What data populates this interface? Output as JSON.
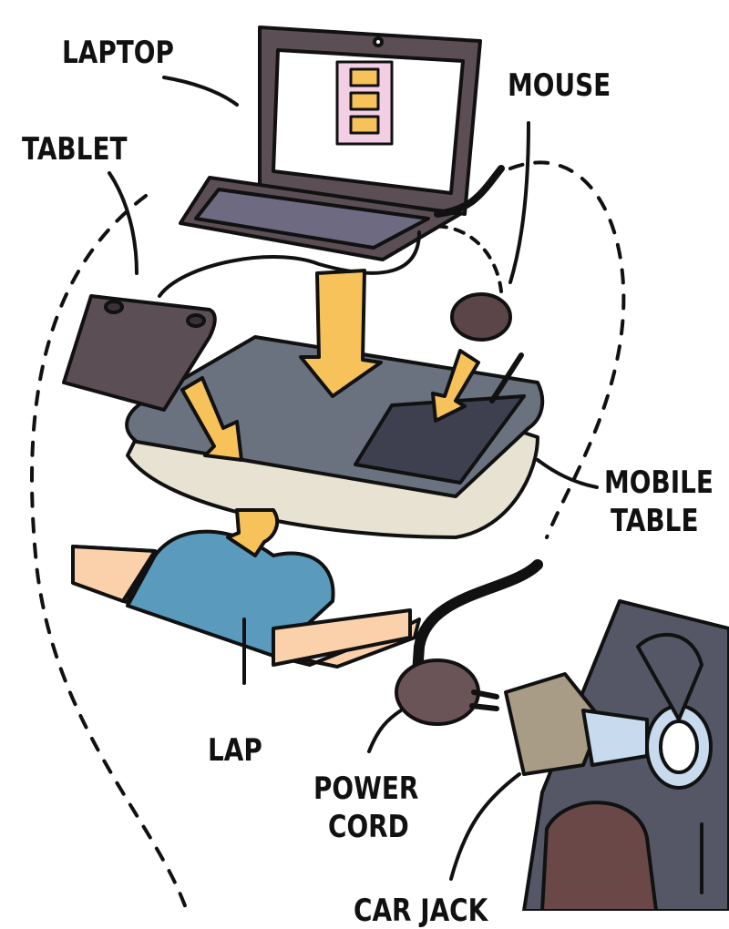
{
  "labels": {
    "laptop": "LAPTOP",
    "mouse": "MOUSE",
    "tablet": "TABLET",
    "mobile_table_1": "MOBILE",
    "mobile_table_2": "TABLE",
    "lap": "LAP",
    "power_cord_1": "POWER",
    "power_cord_2": "CORD",
    "car_jack": "CAR JACK"
  },
  "colors": {
    "laptop_body": "#5b4e55",
    "keyboard": "#6d6a82",
    "table_top": "#6a717f",
    "table_cushion": "#e8e2d2",
    "arrow": "#f7c25a",
    "jeans": "#5a9bbd",
    "skin": "#fbd1ac",
    "mouse": "#5b4549",
    "screen_doc": "#f3cfe6"
  }
}
